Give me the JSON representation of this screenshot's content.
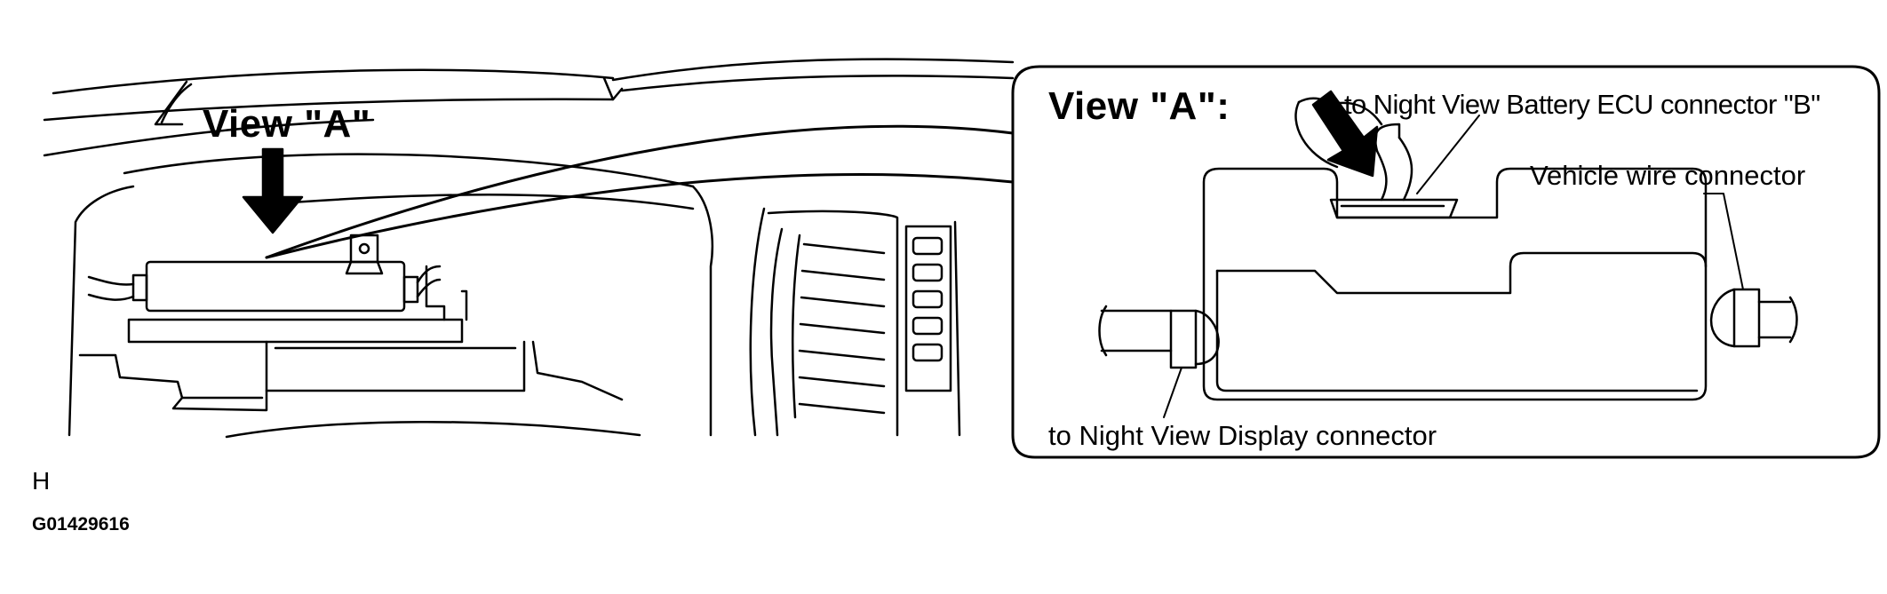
{
  "figure": {
    "left_view_label": "View \"A\"",
    "right_view_label": "View \"A\":",
    "labels": {
      "battery_ecu_connector": "to Night View Battery ECU connector \"B\"",
      "vehicle_wire_connector": "Vehicle wire connector",
      "display_connector": "to Night View Display connector"
    },
    "footer": {
      "letter": "H",
      "code": "G01429616"
    }
  },
  "colors": {
    "line": "#000000",
    "background": "#ffffff"
  }
}
